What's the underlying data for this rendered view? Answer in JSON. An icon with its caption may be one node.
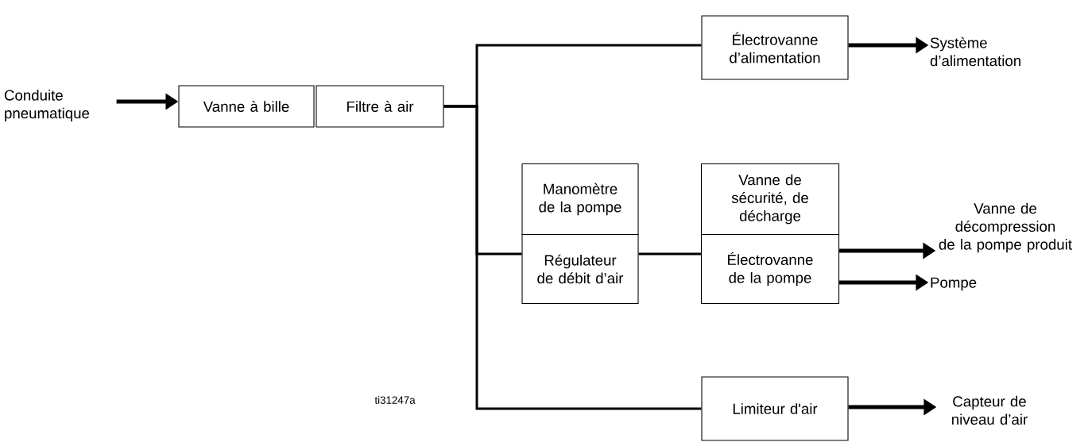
{
  "diagram": {
    "nodes": [
      {
        "text": [
          "Conduite pneumatique"
        ]
      },
      {
        "text": [
          "Vanne à bille"
        ]
      },
      {
        "text": [
          "Filtre à air"
        ]
      },
      {
        "text": [
          "Électrovanne d’alimentation"
        ]
      },
      {
        "text": [
          "Système d’alimentation"
        ]
      },
      {
        "text": [
          "Manomètre de la pompe"
        ]
      },
      {
        "text": [
          "Régulateur de débit d’air"
        ]
      },
      {
        "text": [
          "Vanne de sécurité, de décharge"
        ]
      },
      {
        "text": [
          "Électrovanne de la pompe"
        ]
      },
      {
        "text": [
          "Vanne de décompression de la pompe produit"
        ]
      },
      {
        "text": [
          "Pompe"
        ]
      },
      {
        "text": [
          "Limiteur d'air"
        ]
      },
      {
        "text": [
          "Capteur de niveau d’air"
        ]
      }
    ],
    "edges": [
      {
        "from": 0,
        "to": 1,
        "arrow": "to"
      },
      {
        "from": 2,
        "to": 3,
        "arrow": "none"
      },
      {
        "from": 2,
        "to": 6,
        "arrow": "none"
      },
      {
        "from": 2,
        "to": 11,
        "arrow": "none"
      },
      {
        "from": 3,
        "to": 4,
        "arrow": "to"
      },
      {
        "from": 6,
        "to": 8,
        "arrow": "none"
      },
      {
        "from": 8,
        "to": 9,
        "arrow": "to"
      },
      {
        "from": 8,
        "to": 10,
        "arrow": "to"
      },
      {
        "from": 11,
        "to": 12,
        "arrow": "to"
      }
    ],
    "labels": [
      "ti31247a"
    ]
  }
}
